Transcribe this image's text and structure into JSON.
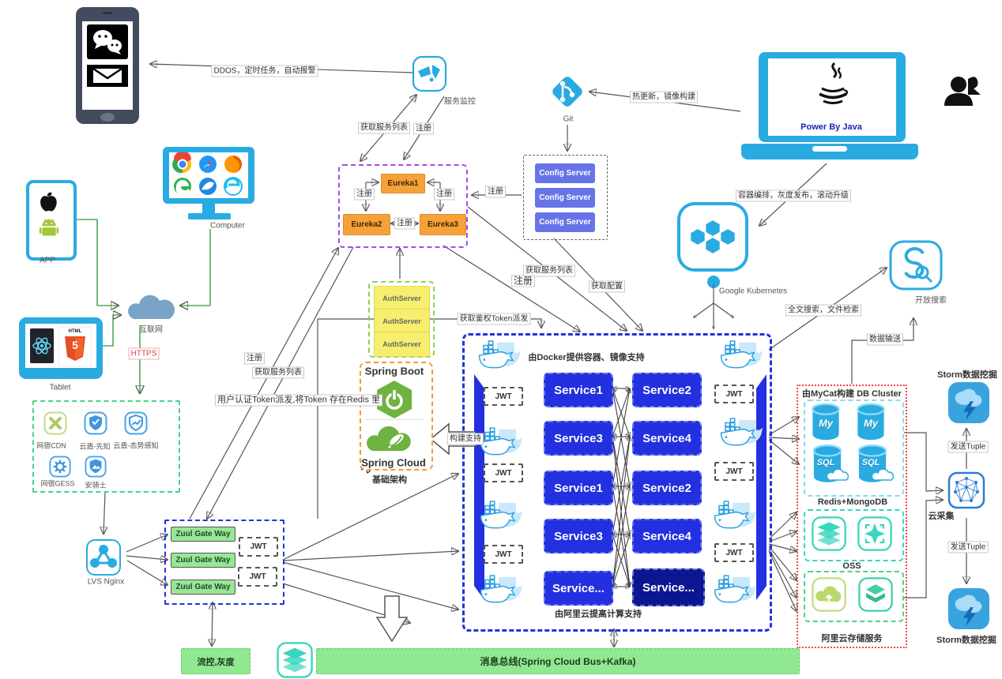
{
  "strings": {
    "register": "注册",
    "get_service_list": "获取服务列表",
    "get_config": "获取配置",
    "jwt": "JWT",
    "send_tuple": "发送Tuple",
    "storm_mining": "Storm数据挖掘",
    "zuul_gateway": "Zuul Gate Way",
    "config_server": "Config Server",
    "auth_server": "AuthServer"
  },
  "edge_labels": {
    "ddos_alert": "DDOS，定时任务，自动报警",
    "hot_update": "热更新，镜像构建",
    "orchestration": "容器编排，灰度发布，滚动升级",
    "fulltext_search": "全文搜索，文件检索",
    "data_feed": "数据输送",
    "auth_token": "获取鉴权Token派发",
    "user_token": "用户认证Token派发,将Token 存在Redis 里",
    "build_support": "构建支持",
    "https": "HTTPS"
  },
  "nodes": {
    "service_monitor": "服务监控",
    "git": "Git",
    "power_by_java": "Power By Java",
    "kubernetes": "Google Kubernetes",
    "open_search": "开放搜索",
    "app": "APP",
    "computer": "Computer",
    "tablet": "Tablet",
    "internet": "互联网",
    "lvs": "LVS Nginx",
    "collect": "云采集",
    "flow_control": "流控,灰度",
    "message_bus": "消息总线(Spring Cloud Bus+Kafka)",
    "html_word": "HTML",
    "html_five": "5"
  },
  "eureka": {
    "e1": "Eureka1",
    "e2": "Eureka2",
    "e3": "Eureka3"
  },
  "spring": {
    "boot": "Spring Boot",
    "cloud": "Spring Cloud",
    "caption": "基础架构"
  },
  "docker_box": {
    "top_caption": "由Docker提供容器、镜像支持",
    "bottom_caption": "由阿里云提高计算支持",
    "rows": [
      [
        "Service1",
        "Service2"
      ],
      [
        "Service3",
        "Service4"
      ],
      [
        "Service1",
        "Service2"
      ],
      [
        "Service3",
        "Service4"
      ],
      [
        "Service...",
        "Service..."
      ]
    ]
  },
  "cdn": {
    "items": [
      "网宿CDN",
      "云盾-先知",
      "云盾-态势感知",
      "网宿GESS",
      "安骑士"
    ]
  },
  "storage": {
    "title": "由MyCat构建 DB Cluster",
    "my": "My",
    "sql": "SQL",
    "redis_mongo": "Redis+MongoDB",
    "oss": "OSS",
    "caption": "阿里云存储服务"
  },
  "colors": {
    "accent_blue": "#29abe2",
    "service_blue": "#2230e0",
    "service_dark": "#0c1690",
    "eureka_orange": "#f7a13b",
    "config_purple": "#6774e8",
    "auth_yellow": "#f7ee6e",
    "gateway_green": "#98e698",
    "bus_green": "#90e890",
    "dashed_blue": "#2233dd",
    "dashed_purple": "#a24de8",
    "dashed_orange": "#f09b38",
    "dashed_red": "#ff4040",
    "dashed_teal": "#38d6be",
    "dashed_green": "#4ad68a",
    "spring_green": "#6db33f",
    "https_red": "#e03c3c"
  }
}
